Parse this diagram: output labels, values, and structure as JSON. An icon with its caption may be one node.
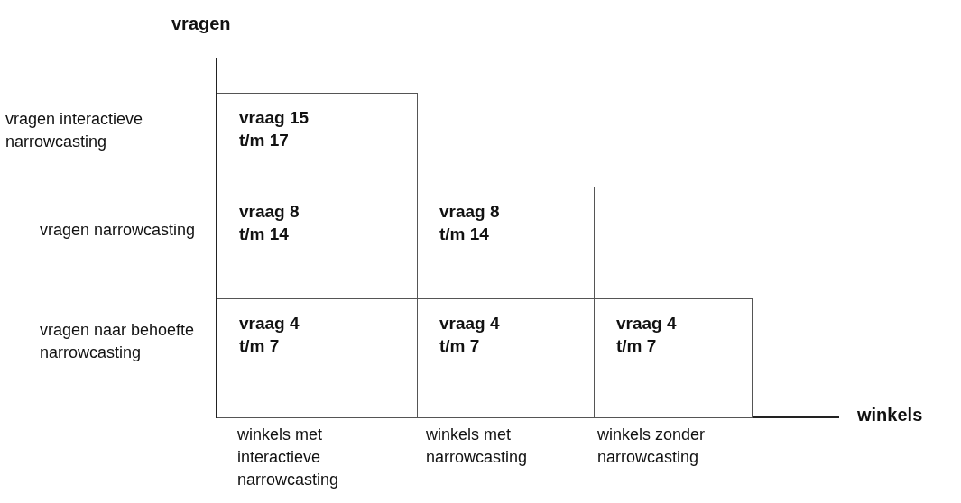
{
  "diagram": {
    "nodes": [
      {
        "text": [
          "vraag 15 t/m 17"
        ]
      },
      {
        "text": [
          "vraag 8 t/m 14"
        ]
      },
      {
        "text": [
          "vraag 8 t/m 14"
        ]
      },
      {
        "text": [
          "vraag 4 t/m 7"
        ]
      },
      {
        "text": [
          "vraag 4 t/m 7"
        ]
      },
      {
        "text": [
          "vraag 4 t/m 7"
        ]
      }
    ],
    "labels": [
      "vragen",
      "vragen interactieve narrowcasting",
      "vragen narrowcasting",
      "vragen naar behoefte narrowcasting",
      "winkels",
      "winkels met interactieve narrowcasting",
      "winkels met narrowcasting",
      "winkels zonder narrowcasting"
    ]
  }
}
